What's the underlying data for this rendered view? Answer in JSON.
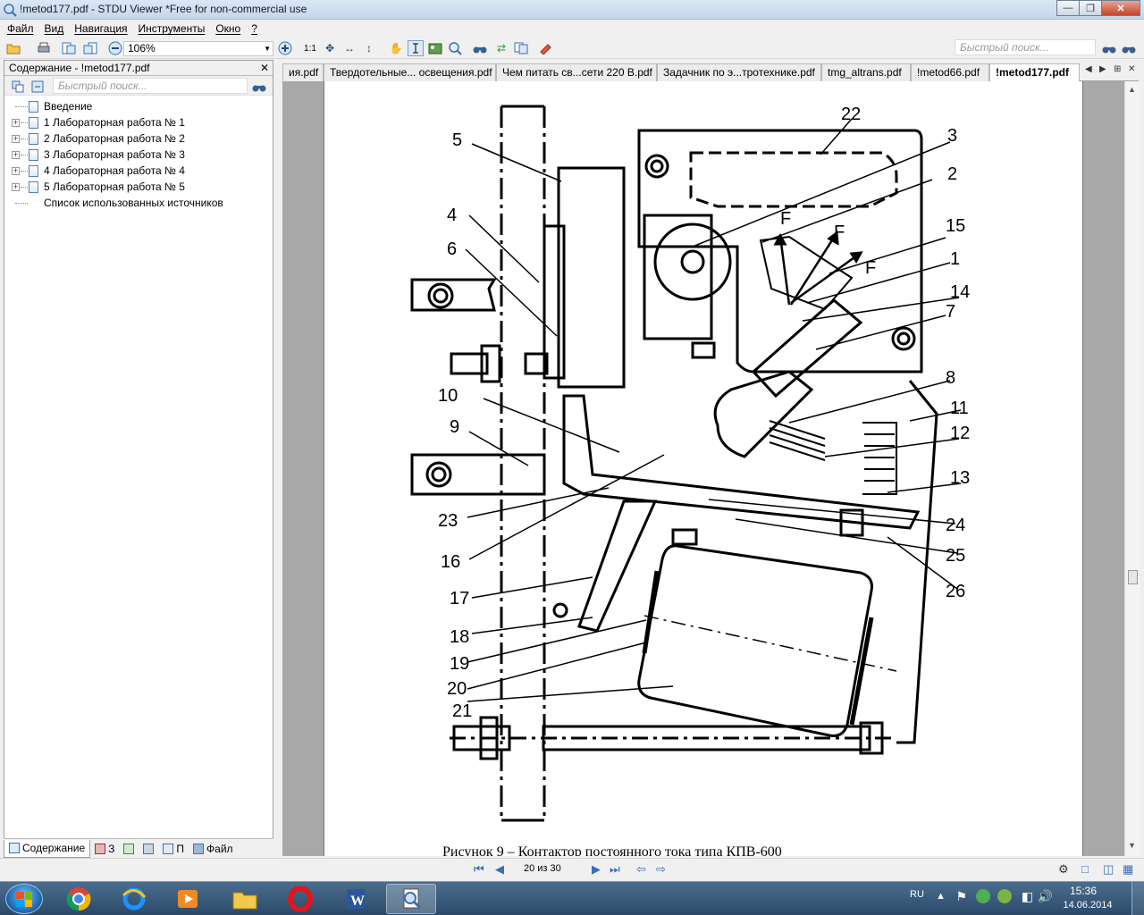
{
  "window": {
    "title": "!metod177.pdf - STDU Viewer *Free for non-commercial use"
  },
  "menu": [
    {
      "label": "Файл"
    },
    {
      "label": "Вид"
    },
    {
      "label": "Навигация"
    },
    {
      "label": "Инструменты"
    },
    {
      "label": "Окно"
    },
    {
      "label": "?"
    }
  ],
  "toolbar": {
    "zoom": "106%",
    "actual_size": "1:1",
    "quick_search_placeholder": "Быстрый поиск..."
  },
  "sidebar": {
    "header": "Содержание - !metod177.pdf",
    "search_placeholder": "Быстрый поиск...",
    "items": [
      {
        "label": "Введение",
        "expandable": false
      },
      {
        "label": "1 Лабораторная работа № 1",
        "expandable": true
      },
      {
        "label": "2 Лабораторная работа № 2",
        "expandable": true
      },
      {
        "label": "3 Лабораторная работа № 3",
        "expandable": true
      },
      {
        "label": "4 Лабораторная работа № 4",
        "expandable": true
      },
      {
        "label": "5 Лабораторная работа № 5",
        "expandable": true
      },
      {
        "label": "Список использованных источников",
        "expandable": false
      }
    ],
    "tabs": [
      {
        "label": "Содержание"
      },
      {
        "label": "З"
      },
      {
        "label": ""
      },
      {
        "label": ""
      },
      {
        "label": "П"
      },
      {
        "label": "Файл"
      }
    ]
  },
  "doc_tabs": [
    {
      "label": "ия.pdf"
    },
    {
      "label": "Твердотельные... освещения.pdf"
    },
    {
      "label": "Чем питать св...сети 220 В.pdf"
    },
    {
      "label": "Задачник по э...тротехнике.pdf"
    },
    {
      "label": "tmg_altrans.pdf"
    },
    {
      "label": "!metod66.pdf"
    },
    {
      "label": "!metod177.pdf"
    }
  ],
  "document": {
    "figure_labels": [
      "22",
      "3",
      "5",
      "2",
      "F",
      "F",
      "15",
      "F",
      "1",
      "4",
      "14",
      "6",
      "7",
      "8",
      "10",
      "11",
      "9",
      "12",
      "13",
      "23",
      "24",
      "25",
      "16",
      "26",
      "17",
      "18",
      "19",
      "20",
      "21"
    ],
    "caption": "Рисунок 9 – Контактор постоянного тока типа КПВ-600"
  },
  "statusbar": {
    "page_info": "20 из 30"
  },
  "taskbar": {
    "language": "RU",
    "time": "15:36",
    "date": "14.06.2014"
  }
}
